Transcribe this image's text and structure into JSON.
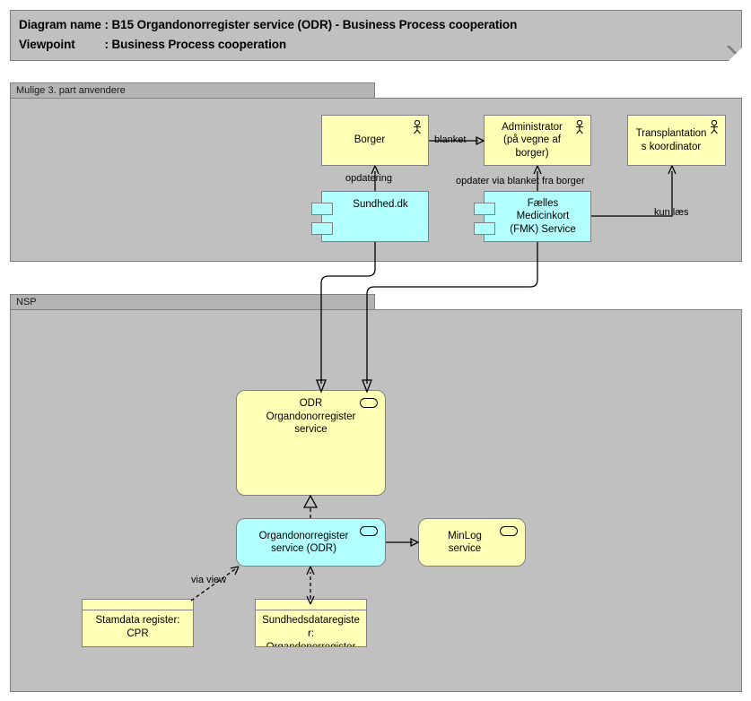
{
  "header": {
    "line1": "Diagram name : B15 Organdonorregister service (ODR) - Business Process cooperation",
    "line2": "Viewpoint         : Business Process cooperation"
  },
  "groups": [
    {
      "id": "third-party",
      "label": "Mulige 3. part anvendere"
    },
    {
      "id": "nsp",
      "label": "NSP"
    }
  ],
  "nodes": {
    "borger": {
      "label": "Borger",
      "type": "business-actor",
      "color": "#ffffb5"
    },
    "administrator": {
      "label": "Administrator\n(på vegne af\nborger)",
      "type": "business-actor",
      "color": "#ffffb5"
    },
    "transplantation": {
      "label": "Transplantation\ns koordinator",
      "type": "business-actor",
      "color": "#ffffb5"
    },
    "sundhed_dk": {
      "label": "Sundhed.dk",
      "type": "application-component",
      "color": "#b2ffff"
    },
    "fmk": {
      "label": "Fælles\nMedicinkort\n(FMK) Service",
      "type": "application-component",
      "color": "#b2ffff"
    },
    "odr_service": {
      "label": "ODR\nOrgandonorregister\nservice",
      "type": "business-service",
      "color": "#ffffb5"
    },
    "odr_app_service": {
      "label": "Organdonorregister\nservice (ODR)",
      "type": "application-service",
      "color": "#b2ffff"
    },
    "minlog": {
      "label": "MinLog\nservice",
      "type": "application-service",
      "color": "#ffffb5"
    },
    "cpr": {
      "label": "Stamdata register:\nCPR",
      "type": "data-object",
      "color": "#ffffb5"
    },
    "sundhedsdataregister": {
      "label": "Sundhedsdataregiste\nr:\nOrgandonorregister",
      "type": "data-object",
      "color": "#ffffb5"
    }
  },
  "connector_labels": {
    "blanket": "blanket",
    "opdatering": "opdatering",
    "opdater_via_blanket": "opdater via blanket fra borger",
    "kun_laes": "kun læs",
    "via_view": "via view"
  },
  "colors": {
    "canvas": "#ffffff",
    "group_body": "#c0c0c0",
    "group_tab": "#b4b4b4",
    "border": "#808080",
    "yellow": "#ffffb5",
    "cyan": "#b2ffff",
    "line": "#000000"
  }
}
